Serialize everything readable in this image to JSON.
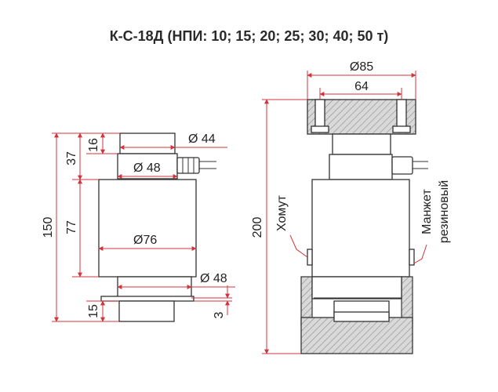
{
  "title": "К-С-18Д (НПИ: 10; 15; 20; 25; 30; 40; 50 т)",
  "left_view": {
    "dim_150": "150",
    "dim_37": "37",
    "dim_16": "16",
    "dim_77": "77",
    "dim_15": "15",
    "dim_3": "3",
    "dia_44": "Ø 44",
    "dia_48_top": "Ø 48",
    "dia_76": "Ø76",
    "dia_48_bottom": "Ø 48"
  },
  "right_view": {
    "dia_85": "Ø85",
    "dim_64": "64",
    "dim_200": "200",
    "label_clamp": "Хомут",
    "label_cuff_1": "Манжет",
    "label_cuff_2": "резиновый"
  },
  "colors": {
    "dimension": "#d0343c",
    "outline": "#333333",
    "hatch_fill": "#bdbdbd"
  }
}
